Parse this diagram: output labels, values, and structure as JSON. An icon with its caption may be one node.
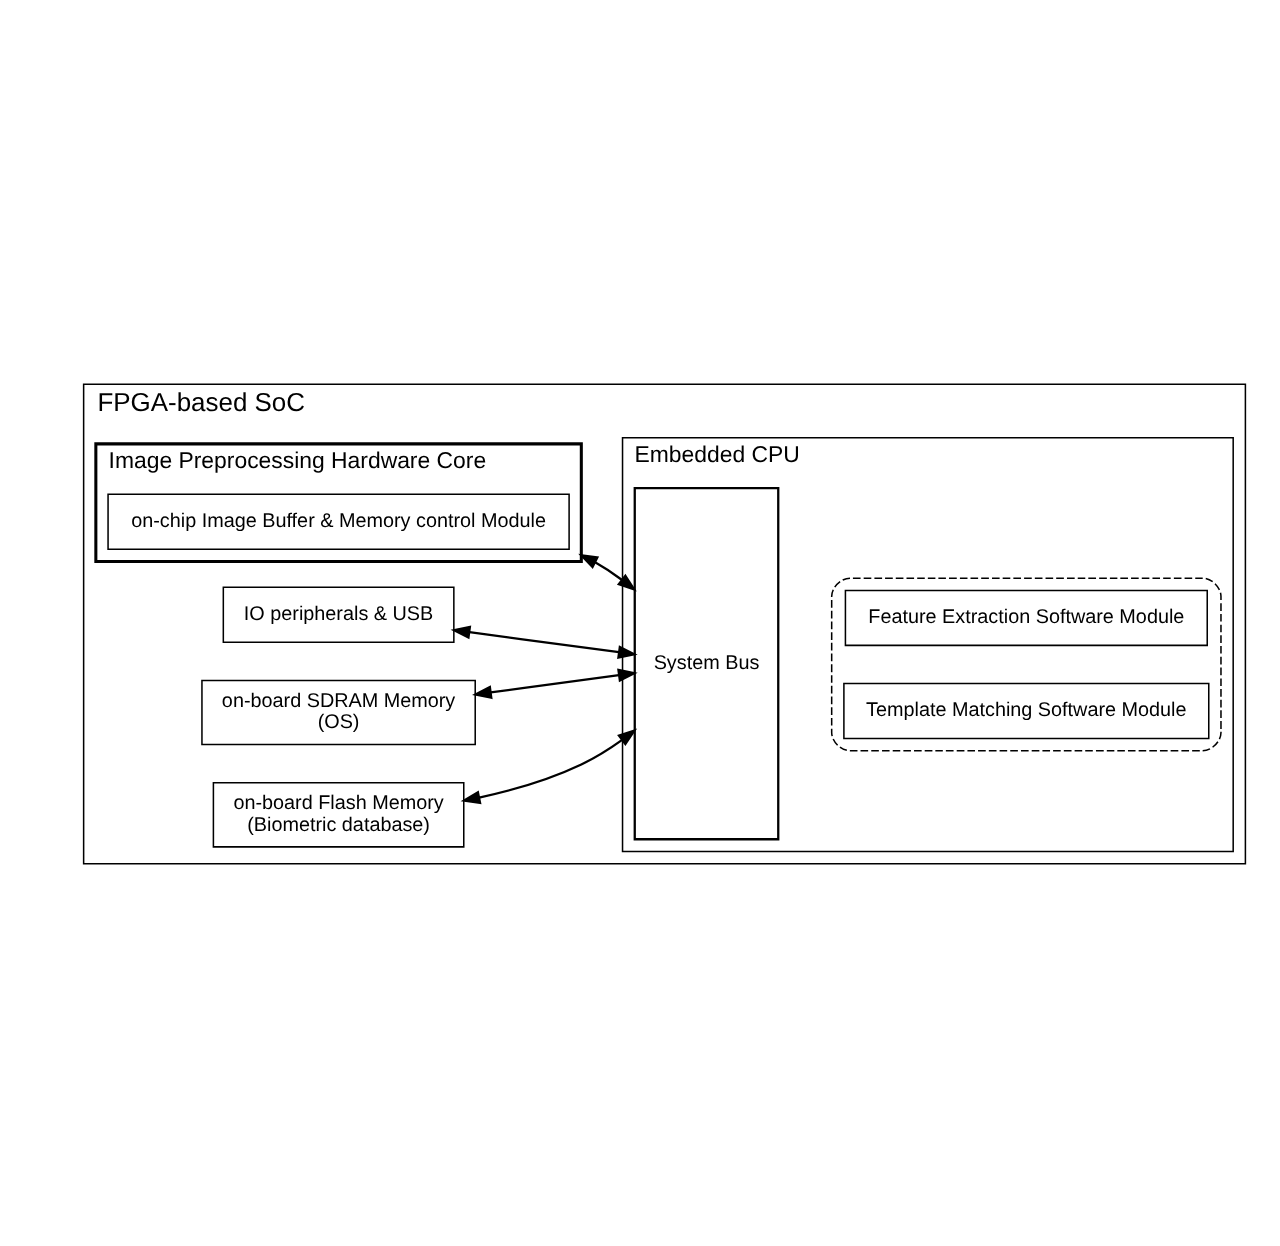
{
  "diagram": {
    "nodes": [
      {
        "text": [
          "FPGA-based SoC"
        ]
      },
      {
        "text": [
          "Image Preprocessing Hardware Core"
        ],
        "in": 0
      },
      {
        "text": [
          "on-chip Image Buffer & Memory control Module"
        ],
        "in": 1
      },
      {
        "text": [
          "on-board Flash Memory",
          "(Biometric database)"
        ],
        "in": 0
      },
      {
        "text": [
          "on-board SDRAM Memory",
          "(OS)"
        ],
        "in": 0
      },
      {
        "text": [
          "IO peripherals & USB"
        ],
        "in": 0
      },
      {
        "text": [
          "Embedded CPU"
        ],
        "in": 0
      },
      {
        "text": [
          "System Bus"
        ],
        "in": 6
      },
      {
        "text": [],
        "shape": "box",
        "in": 6
      },
      {
        "text": [
          "Feature Extraction Software Module"
        ],
        "in": 8
      },
      {
        "text": [
          "Template Matching Software Module"
        ],
        "in": 8
      }
    ],
    "edges": [
      {
        "from": 1,
        "to": 7,
        "arrow": "both"
      },
      {
        "from": 3,
        "to": 7,
        "arrow": "both"
      },
      {
        "from": 4,
        "to": 7,
        "arrow": "both"
      },
      {
        "from": 5,
        "to": 7,
        "arrow": "both"
      }
    ]
  }
}
